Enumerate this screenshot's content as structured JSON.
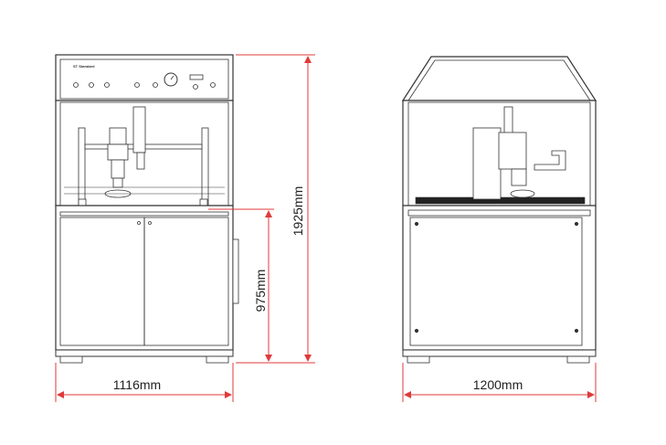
{
  "front_view": {
    "panel_brand": "ST Standard"
  },
  "dimensions": {
    "front_width": "1116mm",
    "overall_height": "1925mm",
    "cabinet_height": "975mm",
    "side_width": "1200mm"
  },
  "colors": {
    "dimension_line": "#e03a3a",
    "outline": "#333333",
    "fill": "#ffffff"
  }
}
